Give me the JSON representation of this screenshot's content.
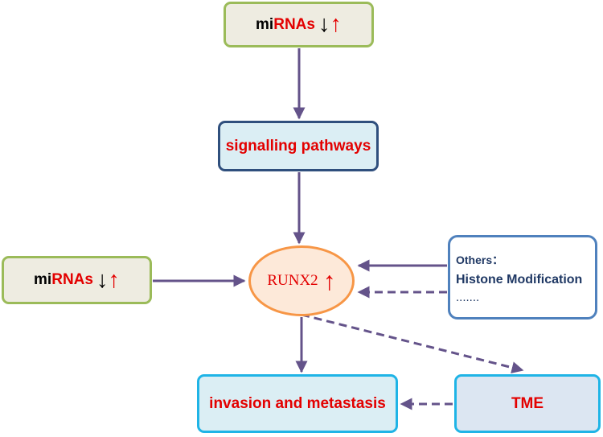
{
  "mirna_top": {
    "mi": "mi",
    "rna": "RNAs",
    "down_arrow": "↓",
    "up_arrow": "↑"
  },
  "signalling": {
    "label": "signalling pathways"
  },
  "mirna_left": {
    "mi": "mi",
    "rna": "RNAs",
    "down_arrow": "↓",
    "up_arrow": "↑"
  },
  "runx2": {
    "label": "RUNX2",
    "up_arrow": "↑"
  },
  "others": {
    "heading": "Others：",
    "item": "Histone Modification",
    "ellipsis": "......."
  },
  "invasion": {
    "label": "invasion and metastasis"
  },
  "tme": {
    "label": "TME"
  },
  "colors": {
    "arrow": "#64538a",
    "text_red": "#e30000",
    "mirna_border": "#9bbb59",
    "runx2_border": "#f79646",
    "others_border": "#4f81bd",
    "box_border_cyan": "#1fb4e6"
  }
}
